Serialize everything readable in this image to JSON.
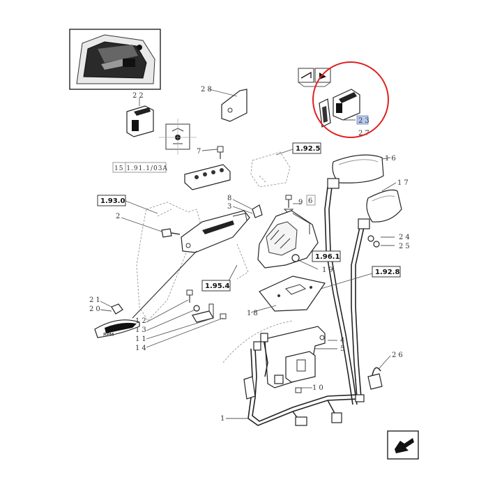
{
  "labels": {
    "n1": "1",
    "n2": "2",
    "n3": "3",
    "n4": "4",
    "n5": "5",
    "n6": "6",
    "n7": "7",
    "n8": "8",
    "n9": "9",
    "n10": "10",
    "n11": "11",
    "n12": "12",
    "n13": "13",
    "n14": "14",
    "n16": "16",
    "n17": "17",
    "n18": "18",
    "n19": "19",
    "n20": "20",
    "n21": "21",
    "n22": "22",
    "n23": "23",
    "n24": "24",
    "n25": "25",
    "n26": "26",
    "n27": "27",
    "n28": "28"
  },
  "refs": {
    "r1925": "1.92.5",
    "r1930": "1.93.0",
    "r1961": "1.96.1",
    "r1928": "1.92.8",
    "r1954": "1.95.4",
    "ref_code": "15 1.91.1/03A"
  },
  "decal": {
    "rpm": "RPM"
  },
  "highlight": {
    "color": "#e02020"
  }
}
